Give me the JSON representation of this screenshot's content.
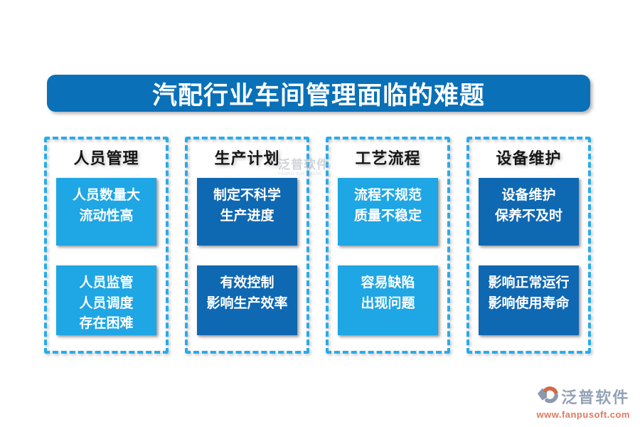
{
  "title": {
    "text": "汽配行业车间管理面临的难题"
  },
  "columns": [
    {
      "title": "人员管理",
      "box1": "人员数量大\n流动性高",
      "box2": "人员监管\n人员调度\n存在困难",
      "box_color": "#1fa6e4"
    },
    {
      "title": "生产计划",
      "box1": "制定不科学\n生产进度",
      "box2": "有效控制\n影响生产效率",
      "box_color": "#0f68b2"
    },
    {
      "title": "工艺流程",
      "box1": "流程不规范\n质量不稳定",
      "box2": "容易缺陷\n出现问题",
      "box_color": "#1fa6e4"
    },
    {
      "title": "设备维护",
      "box1": "设备维护\n保养不及时",
      "box2": "影响正常运行\n影响使用寿命",
      "box_color": "#0f68b2"
    }
  ],
  "watermark": {
    "text": "泛普软件",
    "subtext": "FANPU SOFTWARE"
  },
  "brand": {
    "name": "泛普软件",
    "url": "www.fanpusoft.com",
    "logo_icon": "fanpu-logo-icon"
  },
  "colors": {
    "banner_blue": "#0a70b8",
    "light_box_blue": "#1fa6e4",
    "dark_box_blue": "#0f68b2",
    "dashed_border": "#2aabe8",
    "brand_name_gray": "#94a2b6",
    "brand_url_orange": "#e0795f"
  }
}
